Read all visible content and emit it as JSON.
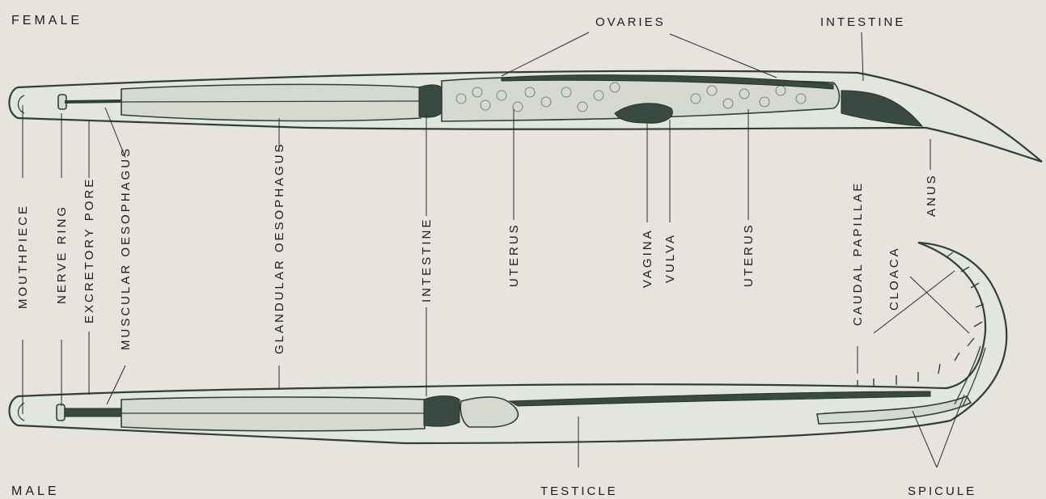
{
  "colors": {
    "background": "#e6e4dc",
    "ink": "#1c1c1c",
    "worm_outline": "#2f3f38",
    "worm_fill": "#e3e5df"
  },
  "female": {
    "title": "FEMALE",
    "labels": {
      "ovaries": "OVARIES",
      "intestine_top": "INTESTINE",
      "anus": "ANUS",
      "mouthpiece": "MOUTHPIECE",
      "nerve_ring": "NERVE RING",
      "excretory_pore": "EXCRETORY PORE",
      "muscular_oesophagus": "MUSCULAR OESOPHAGUS",
      "glandular_oesophagus": "GLANDULAR OESOPHAGUS",
      "intestine_mid": "INTESTINE",
      "uterus_left": "UTERUS",
      "vagina": "VAGINA",
      "vulva": "VULVA",
      "uterus_right": "UTERUS"
    }
  },
  "male": {
    "title": "MALE",
    "labels": {
      "caudal_papillae": "CAUDAL PAPILLAE",
      "cloaca": "CLOACA",
      "testicle": "TESTICLE",
      "spicule": "SPICULE"
    }
  }
}
